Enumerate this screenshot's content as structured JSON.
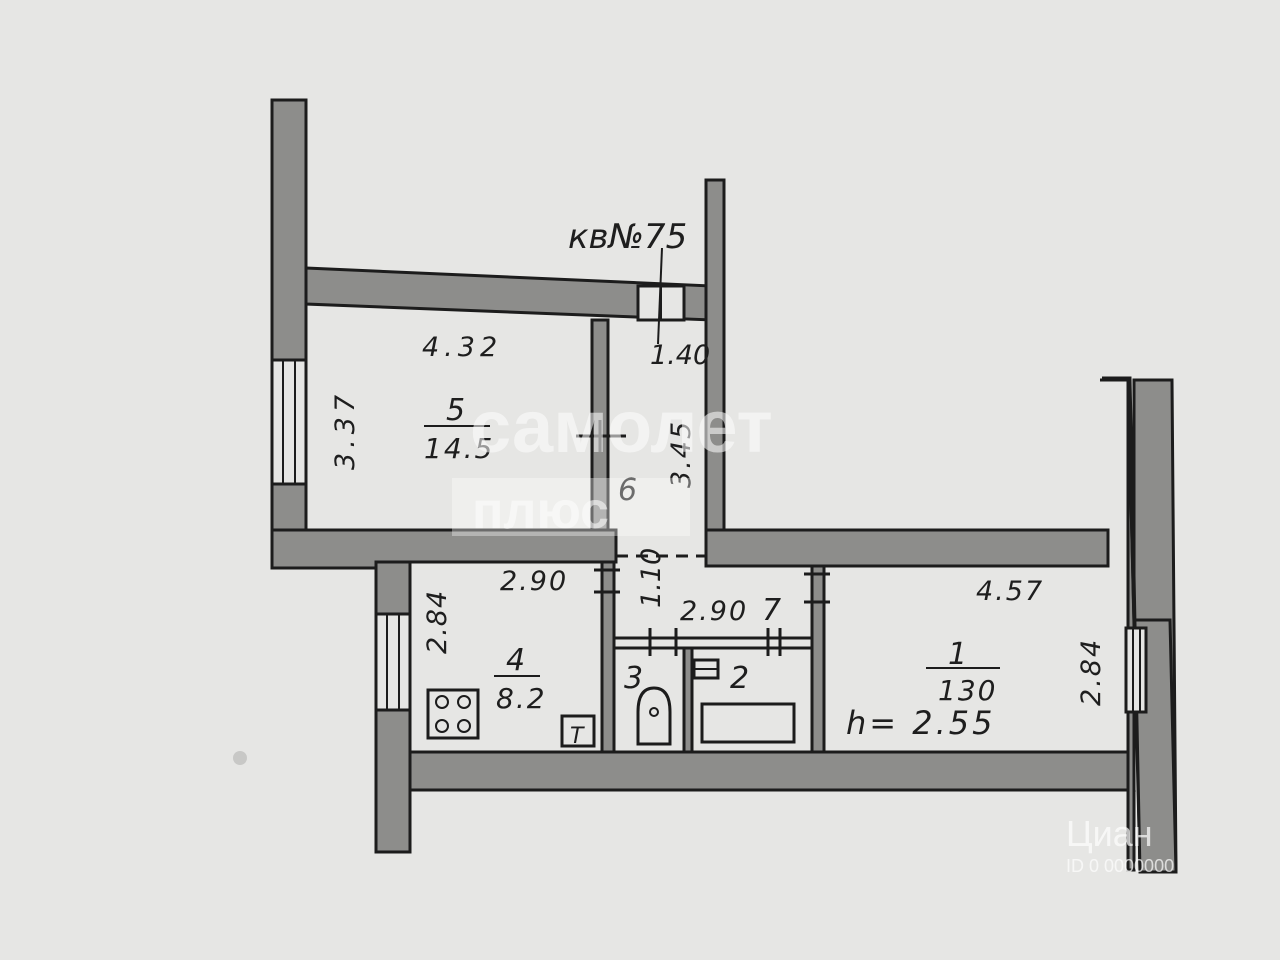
{
  "apartment_label": "кв№75",
  "height_label": "h= 2.55",
  "rooms": {
    "r5": {
      "number": "5",
      "area": "14.5",
      "width": "4.32",
      "depth": "3.37"
    },
    "r6": {
      "number": "6",
      "width": "1.40",
      "depth": "3.45"
    },
    "r4": {
      "number": "4",
      "area": "8.2",
      "width": "2.90",
      "depth": "2.84"
    },
    "r7": {
      "number": "7",
      "width": "2.90",
      "depth": "1.10"
    },
    "r3": {
      "number": "3"
    },
    "r2": {
      "number": "2"
    },
    "r1": {
      "number": "1",
      "area": "130",
      "width": "4.57",
      "depth": "2.84"
    }
  },
  "fixtures": {
    "stove_label": "T"
  },
  "watermarks": {
    "brand_top": "самолет",
    "brand_bottom": "плюс",
    "source": "Циан",
    "source_id": "ID 0 0000000"
  },
  "colors": {
    "paper": "#e6e6e4",
    "wall_fill": "#8d8d8b",
    "ink": "#1c1c1c"
  }
}
